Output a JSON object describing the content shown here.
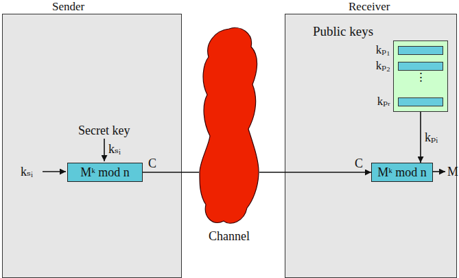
{
  "diagram": {
    "nodes": [
      {
        "text": [
          "Sender"
        ]
      },
      {
        "text": [
          "Receiver",
          "Public keys"
        ]
      },
      {
        "text": [
          "kₚ₁",
          "kₚ₂",
          "⋮",
          "kₚᵣ"
        ],
        "in": 1
      },
      {
        "text": [
          "Mᵏ mod n"
        ],
        "in": 0
      },
      {
        "text": [
          "Mᵏ mod n"
        ],
        "in": 1
      },
      {
        "text": [
          "Channel"
        ]
      }
    ],
    "edges": [
      {
        "from": 3,
        "to": 5,
        "arrow": "none",
        "label": "C"
      },
      {
        "from": 5,
        "to": 4,
        "arrow": "to",
        "label": "C"
      },
      {
        "from": 2,
        "to": 4,
        "arrow": "to",
        "label": "kₚᵢ"
      }
    ],
    "labels": [
      "Secret key",
      "kₛᵢ",
      "kₛᵢ",
      "M"
    ]
  }
}
